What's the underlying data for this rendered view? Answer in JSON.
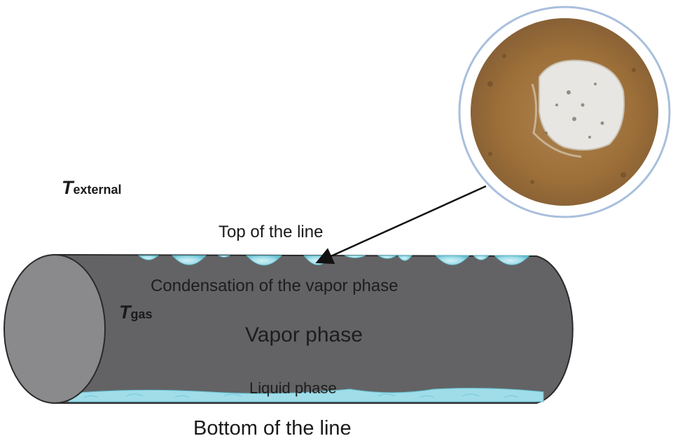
{
  "labels": {
    "t_external_symbol": "T",
    "t_external_subscript": "external",
    "t_gas_symbol": "T",
    "t_gas_subscript": "gas",
    "top_of_line": "Top of the line",
    "condensation": "Condensation of the vapor phase",
    "vapor_phase": "Vapor phase",
    "liquid_phase": "Liquid phase",
    "bottom_of_line": "Bottom of the line"
  },
  "colors": {
    "pipe_body": "#636365",
    "pipe_end": "#8a8a8d",
    "outline": "#2a2a2a",
    "water": "#9fdde9",
    "water_dark": "#62bccd",
    "corrosion_brown": "#a8793f",
    "corrosion_pit": "#e8e6e2",
    "inset_ring": "#a9bfdc"
  },
  "icons": {
    "pipe": "pipe-cylinder-icon",
    "inset": "corrosion-magnifier-icon",
    "arrow": "pointer-arrow-icon"
  }
}
